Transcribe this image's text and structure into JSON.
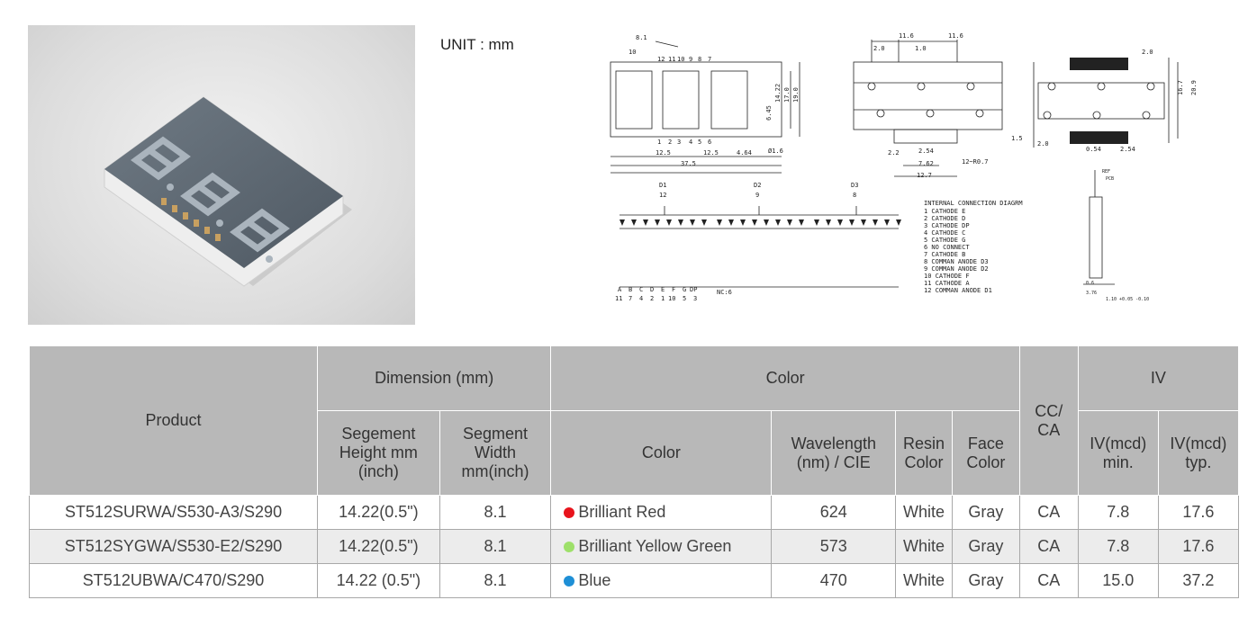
{
  "unit_label": "UNIT : mm",
  "drawing": {
    "dims_top": [
      "8.1",
      "10",
      "11.6",
      "1.0",
      "11.6",
      "2.0",
      "2.0"
    ],
    "dims_right": [
      "14.22",
      "17.0",
      "19.0",
      "6.45",
      "20.9",
      "16.7"
    ],
    "dims_bottom": [
      "12.5",
      "12.5",
      "37.5",
      "4.64",
      "Ø1.6",
      "2.2",
      "2.54",
      "7.62",
      "12.7",
      "12~R0.7",
      "1.5",
      "2.0",
      "0.54",
      "2.54"
    ],
    "pins_top": [
      "12",
      "11",
      "10",
      "9",
      "8",
      "7"
    ],
    "pins_bottom": [
      "1",
      "2",
      "3",
      "4",
      "5",
      "6"
    ],
    "digits": [
      {
        "name": "D1",
        "pin": "12"
      },
      {
        "name": "D2",
        "pin": "9"
      },
      {
        "name": "D3",
        "pin": "8"
      }
    ],
    "bus_letters": [
      "A",
      "B",
      "C",
      "D",
      "E",
      "F",
      "G",
      "DP"
    ],
    "bus_pins": [
      "11",
      "7",
      "4",
      "2",
      "1",
      "10",
      "5",
      "3"
    ],
    "nc_label": "NC:6",
    "internal_title": "INTERNAL CONNECTION DIAGRM",
    "internal_lines": [
      "1  CATHODE E",
      "2  CATHODE D",
      "3  CATHODE DP",
      "4  CATHODE C",
      "5  CATHODE G",
      "6  NO CONNECT",
      "7  CATHODE B",
      "8  COMMAN ANODE D3",
      "9  COMMAN ANODE D2",
      "10 CATHODE F",
      "11 CATHODE A",
      "12 COMMAN ANODE D1"
    ],
    "side_labels": [
      "REF",
      "PCB",
      "0.6",
      "3.76",
      "1.10 +0.05 -0.10"
    ]
  },
  "table": {
    "h_product": "Product",
    "h_dimension": "Dimension (mm)",
    "h_color_group": "Color",
    "h_cc_ca": "CC/ CA",
    "h_iv": "IV",
    "h_seg_height": "Segement Height mm (inch)",
    "h_seg_width": "Segment Width mm(inch)",
    "h_color": "Color",
    "h_wavelength": "Wavelength (nm) / CIE",
    "h_resin": "Resin Color",
    "h_face": "Face Color",
    "h_iv_min": "IV(mcd) min.",
    "h_iv_typ": "IV(mcd) typ.",
    "rows": [
      {
        "product": "ST512SURWA/S530-A3/S290",
        "height": "14.22(0.5\")",
        "width": "8.1",
        "color": "Brilliant Red",
        "dot": "#e8141c",
        "wavelength": "624",
        "resin": "White",
        "face": "Gray",
        "cc": "CA",
        "min": "7.8",
        "typ": "17.6"
      },
      {
        "product": "ST512SYGWA/S530-E2/S290",
        "height": "14.22(0.5\")",
        "width": "8.1",
        "color": "Brilliant Yellow Green",
        "dot": "#9ee06a",
        "wavelength": "573",
        "resin": "White",
        "face": "Gray",
        "cc": "CA",
        "min": "7.8",
        "typ": "17.6"
      },
      {
        "product": "ST512UBWA/C470/S290",
        "height": "14.22 (0.5\")",
        "width": "8.1",
        "color": "Blue",
        "dot": "#1e8fd6",
        "wavelength": "470",
        "resin": "White",
        "face": "Gray",
        "cc": "CA",
        "min": "15.0",
        "typ": "37.2"
      }
    ]
  }
}
